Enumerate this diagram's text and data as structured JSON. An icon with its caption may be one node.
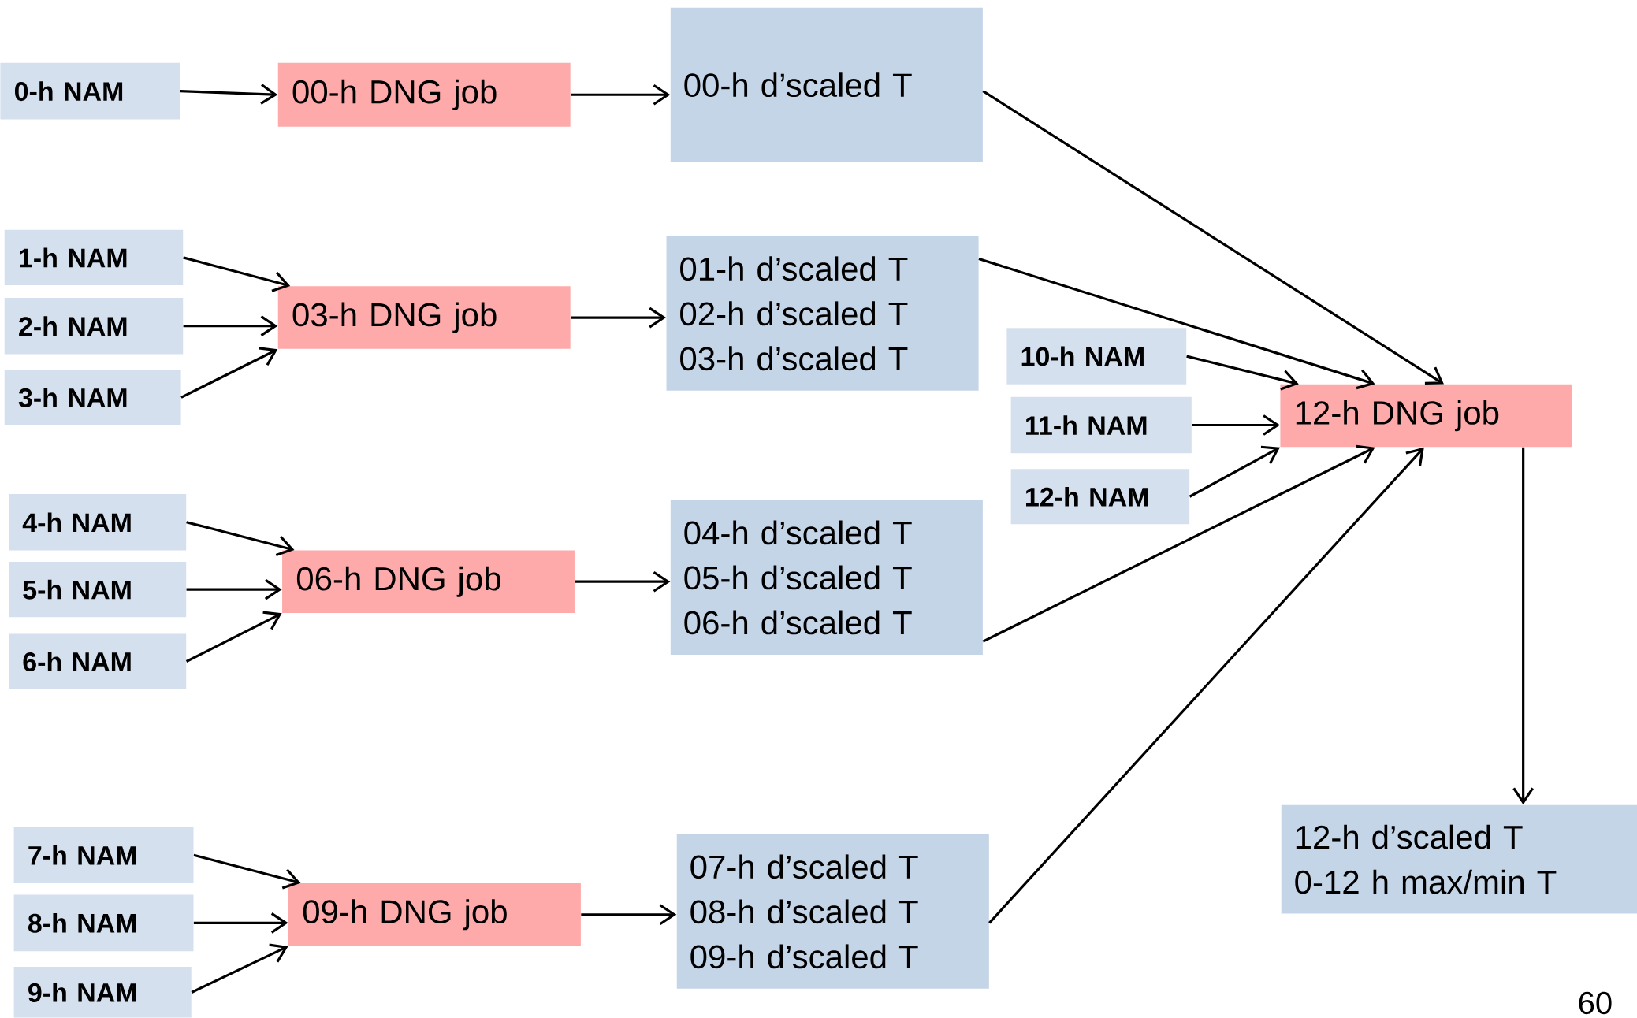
{
  "diagram": {
    "nodes": [
      {
        "text": [
          "0-h NAM"
        ]
      },
      {
        "text": [
          "00-h DNG  job"
        ]
      },
      {
        "text": [
          "00-h d’scaled T"
        ]
      },
      {
        "text": [
          "1-h NAM"
        ]
      },
      {
        "text": [
          "2-h NAM"
        ]
      },
      {
        "text": [
          "3-h NAM"
        ]
      },
      {
        "text": [
          "03-h DNG job"
        ]
      },
      {
        "text": [
          "01-h d’scaled T",
          "02-h d’scaled T",
          "03-h d’scaled T"
        ]
      },
      {
        "text": [
          "4-h NAM"
        ]
      },
      {
        "text": [
          "5-h NAM"
        ]
      },
      {
        "text": [
          "6-h NAM"
        ]
      },
      {
        "text": [
          "06-h DNG job"
        ]
      },
      {
        "text": [
          "04-h d’scaled T",
          "05-h d’scaled T",
          "06-h d’scaled T"
        ]
      },
      {
        "text": [
          "7-h NAM"
        ]
      },
      {
        "text": [
          "8-h NAM"
        ]
      },
      {
        "text": [
          "9-h NAM"
        ]
      },
      {
        "text": [
          "09-h DNG job"
        ]
      },
      {
        "text": [
          "07-h d’scaled T",
          "08-h d’scaled T",
          "09-h d’scaled T"
        ]
      },
      {
        "text": [
          "10-h NAM"
        ]
      },
      {
        "text": [
          "11-h NAM"
        ]
      },
      {
        "text": [
          "12-h NAM"
        ]
      },
      {
        "text": [
          "12-h DNG  job"
        ]
      },
      {
        "text": [
          "12-h d’scaled T",
          "0-12 h max/min T"
        ]
      }
    ],
    "edges": [
      {
        "from": 0,
        "to": 1,
        "arrow": "to"
      },
      {
        "from": 1,
        "to": 2,
        "arrow": "to"
      },
      {
        "from": 3,
        "to": 6,
        "arrow": "to"
      },
      {
        "from": 4,
        "to": 6,
        "arrow": "to"
      },
      {
        "from": 5,
        "to": 6,
        "arrow": "to"
      },
      {
        "from": 6,
        "to": 7,
        "arrow": "to"
      },
      {
        "from": 8,
        "to": 11,
        "arrow": "to"
      },
      {
        "from": 9,
        "to": 11,
        "arrow": "to"
      },
      {
        "from": 10,
        "to": 11,
        "arrow": "to"
      },
      {
        "from": 11,
        "to": 12,
        "arrow": "to"
      },
      {
        "from": 13,
        "to": 16,
        "arrow": "to"
      },
      {
        "from": 14,
        "to": 16,
        "arrow": "to"
      },
      {
        "from": 15,
        "to": 16,
        "arrow": "to"
      },
      {
        "from": 16,
        "to": 17,
        "arrow": "to"
      },
      {
        "from": 2,
        "to": 21,
        "arrow": "to"
      },
      {
        "from": 7,
        "to": 21,
        "arrow": "to"
      },
      {
        "from": 18,
        "to": 21,
        "arrow": "to"
      },
      {
        "from": 19,
        "to": 21,
        "arrow": "to"
      },
      {
        "from": 20,
        "to": 21,
        "arrow": "to"
      },
      {
        "from": 12,
        "to": 21,
        "arrow": "to"
      },
      {
        "from": 17,
        "to": 21,
        "arrow": "to"
      },
      {
        "from": 21,
        "to": 22,
        "arrow": "to"
      }
    ],
    "labels": [
      "60"
    ]
  }
}
